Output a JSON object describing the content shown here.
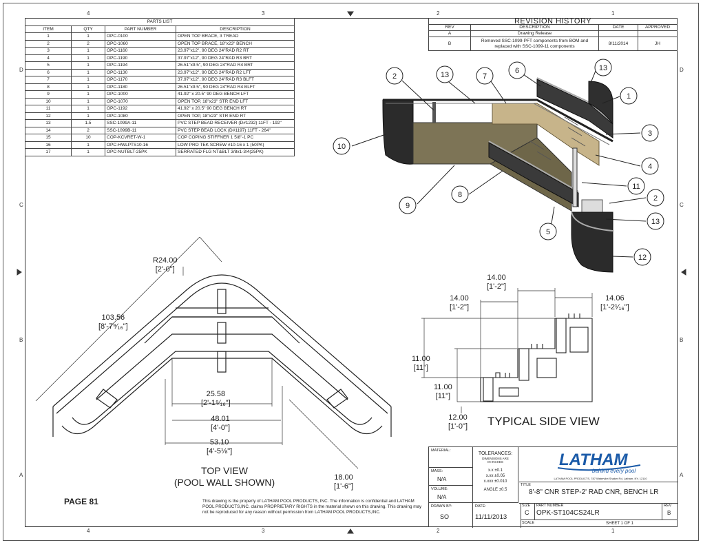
{
  "zones": {
    "top": [
      "4",
      "3",
      "2",
      "1"
    ],
    "bottom": [
      "4",
      "3",
      "2",
      "1"
    ],
    "left": [
      "D",
      "C",
      "B",
      "A"
    ],
    "right": [
      "D",
      "C",
      "B",
      "A"
    ]
  },
  "parts_list": {
    "title": "PARTS LIST",
    "headers": [
      "ITEM",
      "QTY",
      "PART NUMBER",
      "DESCRIPTION"
    ],
    "rows": [
      [
        "1",
        "1",
        "OPC-0100",
        "OPEN TOP BRACE, 3 TREAD"
      ],
      [
        "2",
        "2",
        "OPC-1060",
        "OPEN TOP BRACE, 18\"x23\" BENCH"
      ],
      [
        "3",
        "1",
        "OPC-1160",
        "23.97\"x12\", 90 DEG 24\"RAD R2 RT"
      ],
      [
        "4",
        "1",
        "OPC-1190",
        "37.97\"x12\", 90 DEG 24\"RAD  R3 BRT"
      ],
      [
        "5",
        "1",
        "OPC-1194",
        "26.51\"x9.5\", 90 DEG 24\"RAD  R4 BRT"
      ],
      [
        "6",
        "1",
        "OPC-1130",
        "23.97\"x12\", 90 DEG 24\"RAD R2 LFT"
      ],
      [
        "7",
        "1",
        "OPC-1170",
        "37.97\"x12\", 90 DEG 24\"RAD  R3 BLFT"
      ],
      [
        "8",
        "1",
        "OPC-1180",
        "26.51\"x9.5\", 90 DEG 24\"RAD  R4 BLFT"
      ],
      [
        "9",
        "1",
        "OPC-1000",
        "41.92\" x 20.5\" 90 DEG BENCH LFT"
      ],
      [
        "10",
        "1",
        "OPC-1070",
        "OPEN TOP, 18\"x23\" STR END LFT"
      ],
      [
        "11",
        "1",
        "OPC-1192",
        "41.92\" x 20.5\" 90 DEG BENCH RT"
      ],
      [
        "12",
        "1",
        "OPC-1080",
        "OPEN TOP, 18\"x23\" STR END RT"
      ],
      [
        "13",
        "1.5",
        "SSC-1099A-11",
        "PVC STEP BEAD RECEIVER (D#1232) 11FT - 192\""
      ],
      [
        "14",
        "2",
        "SSC-1099B-11",
        "PVC STEP BEAD LOCK (D#1197) 11FT - 264\""
      ],
      [
        "15",
        "10",
        "COP-KCVRET-W-1",
        "COP COPING STIFFNER 1 5/8\"-1 PC"
      ],
      [
        "16",
        "1",
        "OPC-HWLPTS10-16",
        "LOW PRO TEK SCREW #10-16 x 1 (50PK)"
      ],
      [
        "17",
        "1",
        "OPC-NUTBLT-25PK",
        "SERRATED FLG NT&BLT 3/8x1-3/4(25PK)"
      ]
    ]
  },
  "revision_history": {
    "title": "REVISION HISTORY",
    "headers": [
      "REV",
      "DESCRIPTION",
      "DATE",
      "APPROVED"
    ],
    "rows": [
      [
        "A",
        "Drawing Release",
        "",
        ""
      ],
      [
        "B",
        "Removed SSC-1099-PFT components from BOM and replaced with SSC-1099-11 components",
        "8/11/2014",
        "JH"
      ]
    ]
  },
  "balloons": [
    "2",
    "13",
    "7",
    "6",
    "13",
    "1",
    "3",
    "4",
    "11",
    "2",
    "13",
    "12",
    "10",
    "9",
    "8",
    "5"
  ],
  "top_view": {
    "radius": "R24.00",
    "radius_ft": "[2'-0\"]",
    "d1": "103.56",
    "d1_ft": "[8'-7⁹⁄₁₆\"]",
    "d2": "25.58",
    "d2_ft": "[2'-1⁹⁄₁₆\"]",
    "d3": "48.01",
    "d3_ft": "[4'-0\"]",
    "d4": "53.10",
    "d4_ft": "[4'-5⅛\"]",
    "d5": "18.00",
    "d5_ft": "[1'-6\"]",
    "caption": "TOP VIEW",
    "caption2": "(POOL WALL SHOWN)"
  },
  "side_view": {
    "a": "14.00",
    "a_ft": "[1'-2\"]",
    "b": "14.00",
    "b_ft": "[1'-2\"]",
    "c": "14.06",
    "c_ft": "[1'-2¹⁄₁₆\"]",
    "d": "11.00",
    "d_ft": "[11\"]",
    "e": "11.00",
    "e_ft": "[11\"]",
    "f": "12.00",
    "f_ft": "[1'-0\"]",
    "caption": "TYPICAL SIDE VIEW"
  },
  "page_label": "PAGE 81",
  "notice": "This drawing is the property of LATHAM POOL PRODUCTS, INC. The information is confidential and LATHAM POOL PRODUCTS,INC. claims PROPRIETARY RIGHTS in the material shown on this drawing. This drawing may not be reproduced for any reason without permission from LATHAM POOL PRODUCTS,INC.",
  "title_block": {
    "material_label": "MATERIAL:",
    "mass_label": "MASS:",
    "mass_value": "N/A",
    "volume_label": "VOLUME:",
    "volume_value": "N/A",
    "drawn_label": "DRAWN BY:",
    "drawn_value": "SO",
    "tolerances_title": "TOLERANCES:",
    "tolerances_sub": "DIMENSIONS ARE IN INCHES",
    "tol_rows": [
      [
        "x.x",
        "±0.1"
      ],
      [
        "x.xx",
        "±0.05"
      ],
      [
        "x.xxx",
        "±0.010"
      ]
    ],
    "angle": "ANGLE  ±0.5",
    "date_label": "DATE:",
    "date_value": "11/11/2013",
    "size_label": "SIZE",
    "size_value": "C",
    "scale_label": "SCALE",
    "title_label": "TITLE",
    "title_value": "8'-8\" CNR STEP-2' RAD CNR, BENCH LR",
    "part_label": "PART NUMBER",
    "part_value": "OPK-ST104CS24LR",
    "rev_label": "REV",
    "rev_value": "B",
    "sheet": "SHEET 1  OF 1",
    "logo_text": "LATHAM",
    "logo_tag": "behind every pool",
    "address": "LATHAM POOL PRODUCTS, 787 Watervliet Shaker Rd, Latham, NY, 12110"
  },
  "colors": {
    "accent": "#1a5aa8",
    "panel_dark": "#2b2b2b",
    "panel_olive": "#7d7456",
    "panel_tan": "#c7b48a"
  }
}
